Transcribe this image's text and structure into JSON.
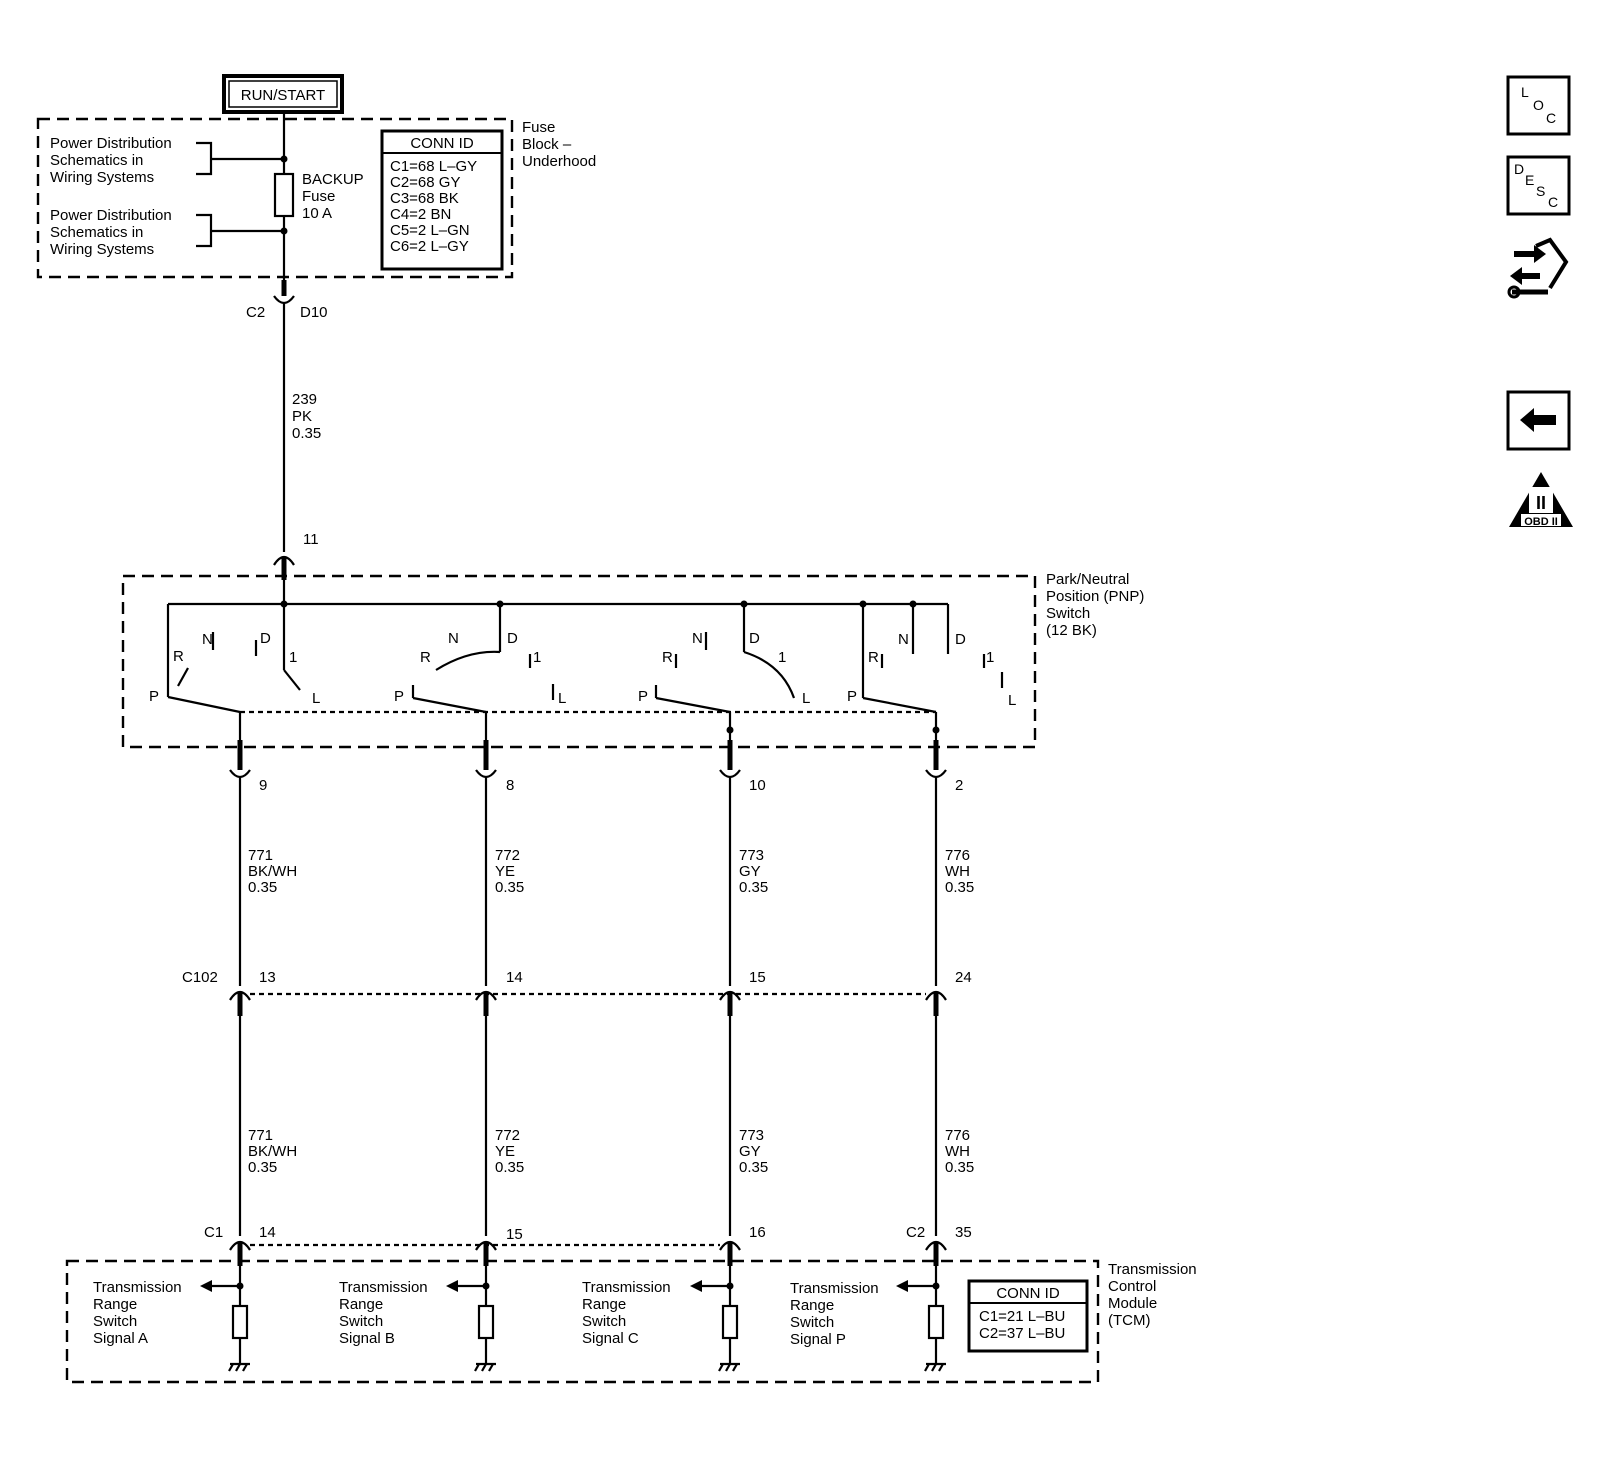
{
  "run_start": "RUN/START",
  "fuse_block": {
    "label": [
      "Fuse",
      "Block –",
      "Underhood"
    ],
    "power_dist_1": [
      "Power Distribution",
      "Schematics in",
      "Wiring Systems"
    ],
    "power_dist_2": [
      "Power Distribution",
      "Schematics in",
      "Wiring Systems"
    ],
    "fuse": [
      "BACKUP",
      "Fuse",
      "10 A"
    ],
    "conn_id_title": "CONN ID",
    "conn_ids": [
      "C1=68 L–GY",
      "C2=68 GY",
      "C3=68 BK",
      "C4=2 BN",
      "C5=2 L–GN",
      "C6=2 L–GY"
    ],
    "connector": "C2",
    "pin": "D10"
  },
  "feed_wire": [
    "239",
    "PK",
    "0.35"
  ],
  "pnp_switch": {
    "label": [
      "Park/Neutral",
      "Position (PNP)",
      "Switch",
      "(12 BK)"
    ],
    "input_pin": "11",
    "positions": {
      "P": "P",
      "R": "R",
      "N": "N",
      "D": "D",
      "one": "1",
      "L": "L"
    },
    "output_pins": [
      "9",
      "8",
      "10",
      "2"
    ]
  },
  "wires_upper": [
    [
      "771",
      "BK/WH",
      "0.35"
    ],
    [
      "772",
      "YE",
      "0.35"
    ],
    [
      "773",
      "GY",
      "0.35"
    ],
    [
      "776",
      "WH",
      "0.35"
    ]
  ],
  "c102": {
    "label": "C102",
    "pins": [
      "13",
      "14",
      "15",
      "24"
    ]
  },
  "wires_lower": [
    [
      "771",
      "BK/WH",
      "0.35"
    ],
    [
      "772",
      "YE",
      "0.35"
    ],
    [
      "773",
      "GY",
      "0.35"
    ],
    [
      "776",
      "WH",
      "0.35"
    ]
  ],
  "tcm": {
    "c1_label": "C1",
    "c2_label": "C2",
    "pins": [
      "14",
      "15",
      "16",
      "35"
    ],
    "signals": [
      [
        "Transmission",
        "Range",
        "Switch",
        "Signal A"
      ],
      [
        "Transmission",
        "Range",
        "Switch",
        "Signal B"
      ],
      [
        "Transmission",
        "Range",
        "Switch",
        "Signal C"
      ],
      [
        "Transmission",
        "Range",
        "Switch",
        "Signal P"
      ]
    ],
    "conn_id_title": "CONN ID",
    "conn_ids": [
      "C1=21 L–BU",
      "C2=37 L–BU"
    ],
    "label": [
      "Transmission",
      "Control",
      "Module",
      "(TCM)"
    ]
  },
  "nav_icons": {
    "loc": {
      "icon": "loc-icon",
      "letters": [
        "L",
        "O",
        "C"
      ]
    },
    "desc": {
      "icon": "desc-icon",
      "letters": [
        "D",
        "E",
        "S",
        "C"
      ]
    },
    "diag": {
      "icon": "diagnosis-arrows-wrench-icon"
    },
    "back": {
      "icon": "back-arrow-icon"
    },
    "obd": {
      "icon": "obd-ii-icon",
      "numeral": "II",
      "text": "OBD II"
    }
  }
}
